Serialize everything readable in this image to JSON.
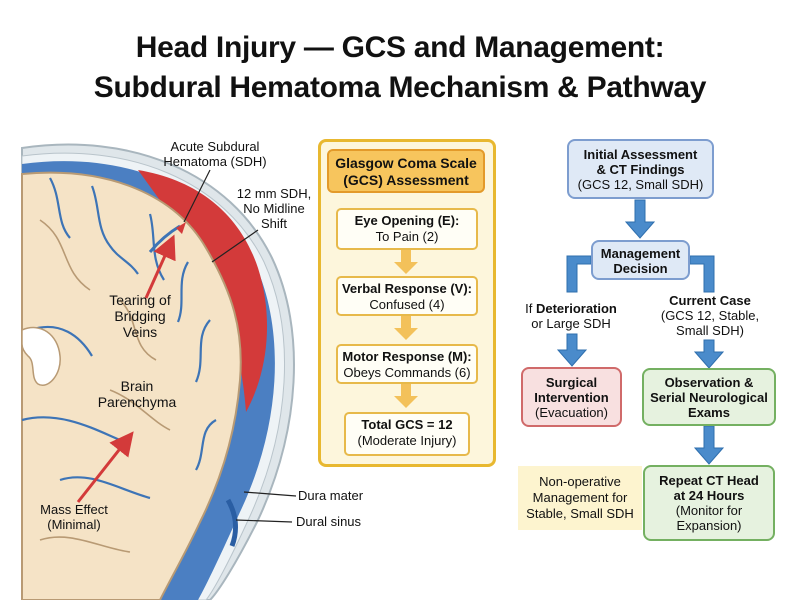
{
  "title": {
    "line1": "Head Injury — GCS and Management:",
    "line2": "Subdural Hematoma Mechanism & Pathway"
  },
  "anatomy": {
    "sdh_label_l1": "Acute Subdural",
    "sdh_label_l2": "Hematoma (SDH)",
    "size_label_l1": "12 mm SDH,",
    "size_label_l2": "No Midline",
    "size_label_l3": "Shift",
    "veins_label_l1": "Tearing of",
    "veins_label_l2": "Bridging",
    "veins_label_l3": "Veins",
    "brain_label_l1": "Brain",
    "brain_label_l2": "Parenchyma",
    "mass_label_l1": "Mass Effect",
    "mass_label_l2": "(Minimal)",
    "dura_label": "Dura mater",
    "sinus_label": "Dural sinus"
  },
  "gcs": {
    "header_l1": "Glasgow Coma Scale",
    "header_l2": "(GCS) Assessment",
    "eye_title": "Eye Opening (E):",
    "eye_value": "To Pain (2)",
    "verbal_title": "Verbal Response (V):",
    "verbal_value": "Confused (4)",
    "motor_title": "Motor Response (M):",
    "motor_value": "Obeys Commands (6)",
    "total_title": "Total GCS = 12",
    "total_value": "(Moderate Injury)"
  },
  "flow": {
    "initial_l1": "Initial Assessment",
    "initial_l2": "& CT Findings",
    "initial_l3": "(GCS 12, Small SDH)",
    "decision_l1": "Management",
    "decision_l2": "Decision",
    "left_branch_l1a": "If ",
    "left_branch_l1b": "Deterioration",
    "left_branch_l2": "or Large SDH",
    "right_branch_l1": "Current Case",
    "right_branch_l2": "(GCS 12, Stable,",
    "right_branch_l3": "Small SDH)",
    "surgical_l1": "Surgical",
    "surgical_l2": "Intervention",
    "surgical_l3": "(Evacuation)",
    "observation_l1": "Observation &",
    "observation_l2": "Serial Neurological",
    "observation_l3": "Exams",
    "note_l1": "Non-operative",
    "note_l2": "Management for",
    "note_l3": "Stable, Small SDH",
    "repeat_l1": "Repeat CT Head",
    "repeat_l2": "at 24 Hours",
    "repeat_l3": "(Monitor for",
    "repeat_l4": "Expansion)"
  },
  "colors": {
    "hematoma": "#d33a3a",
    "vessel": "#3d74b6",
    "gcs_border": "#e8b830",
    "flow_arrow": "#3d86c9"
  }
}
